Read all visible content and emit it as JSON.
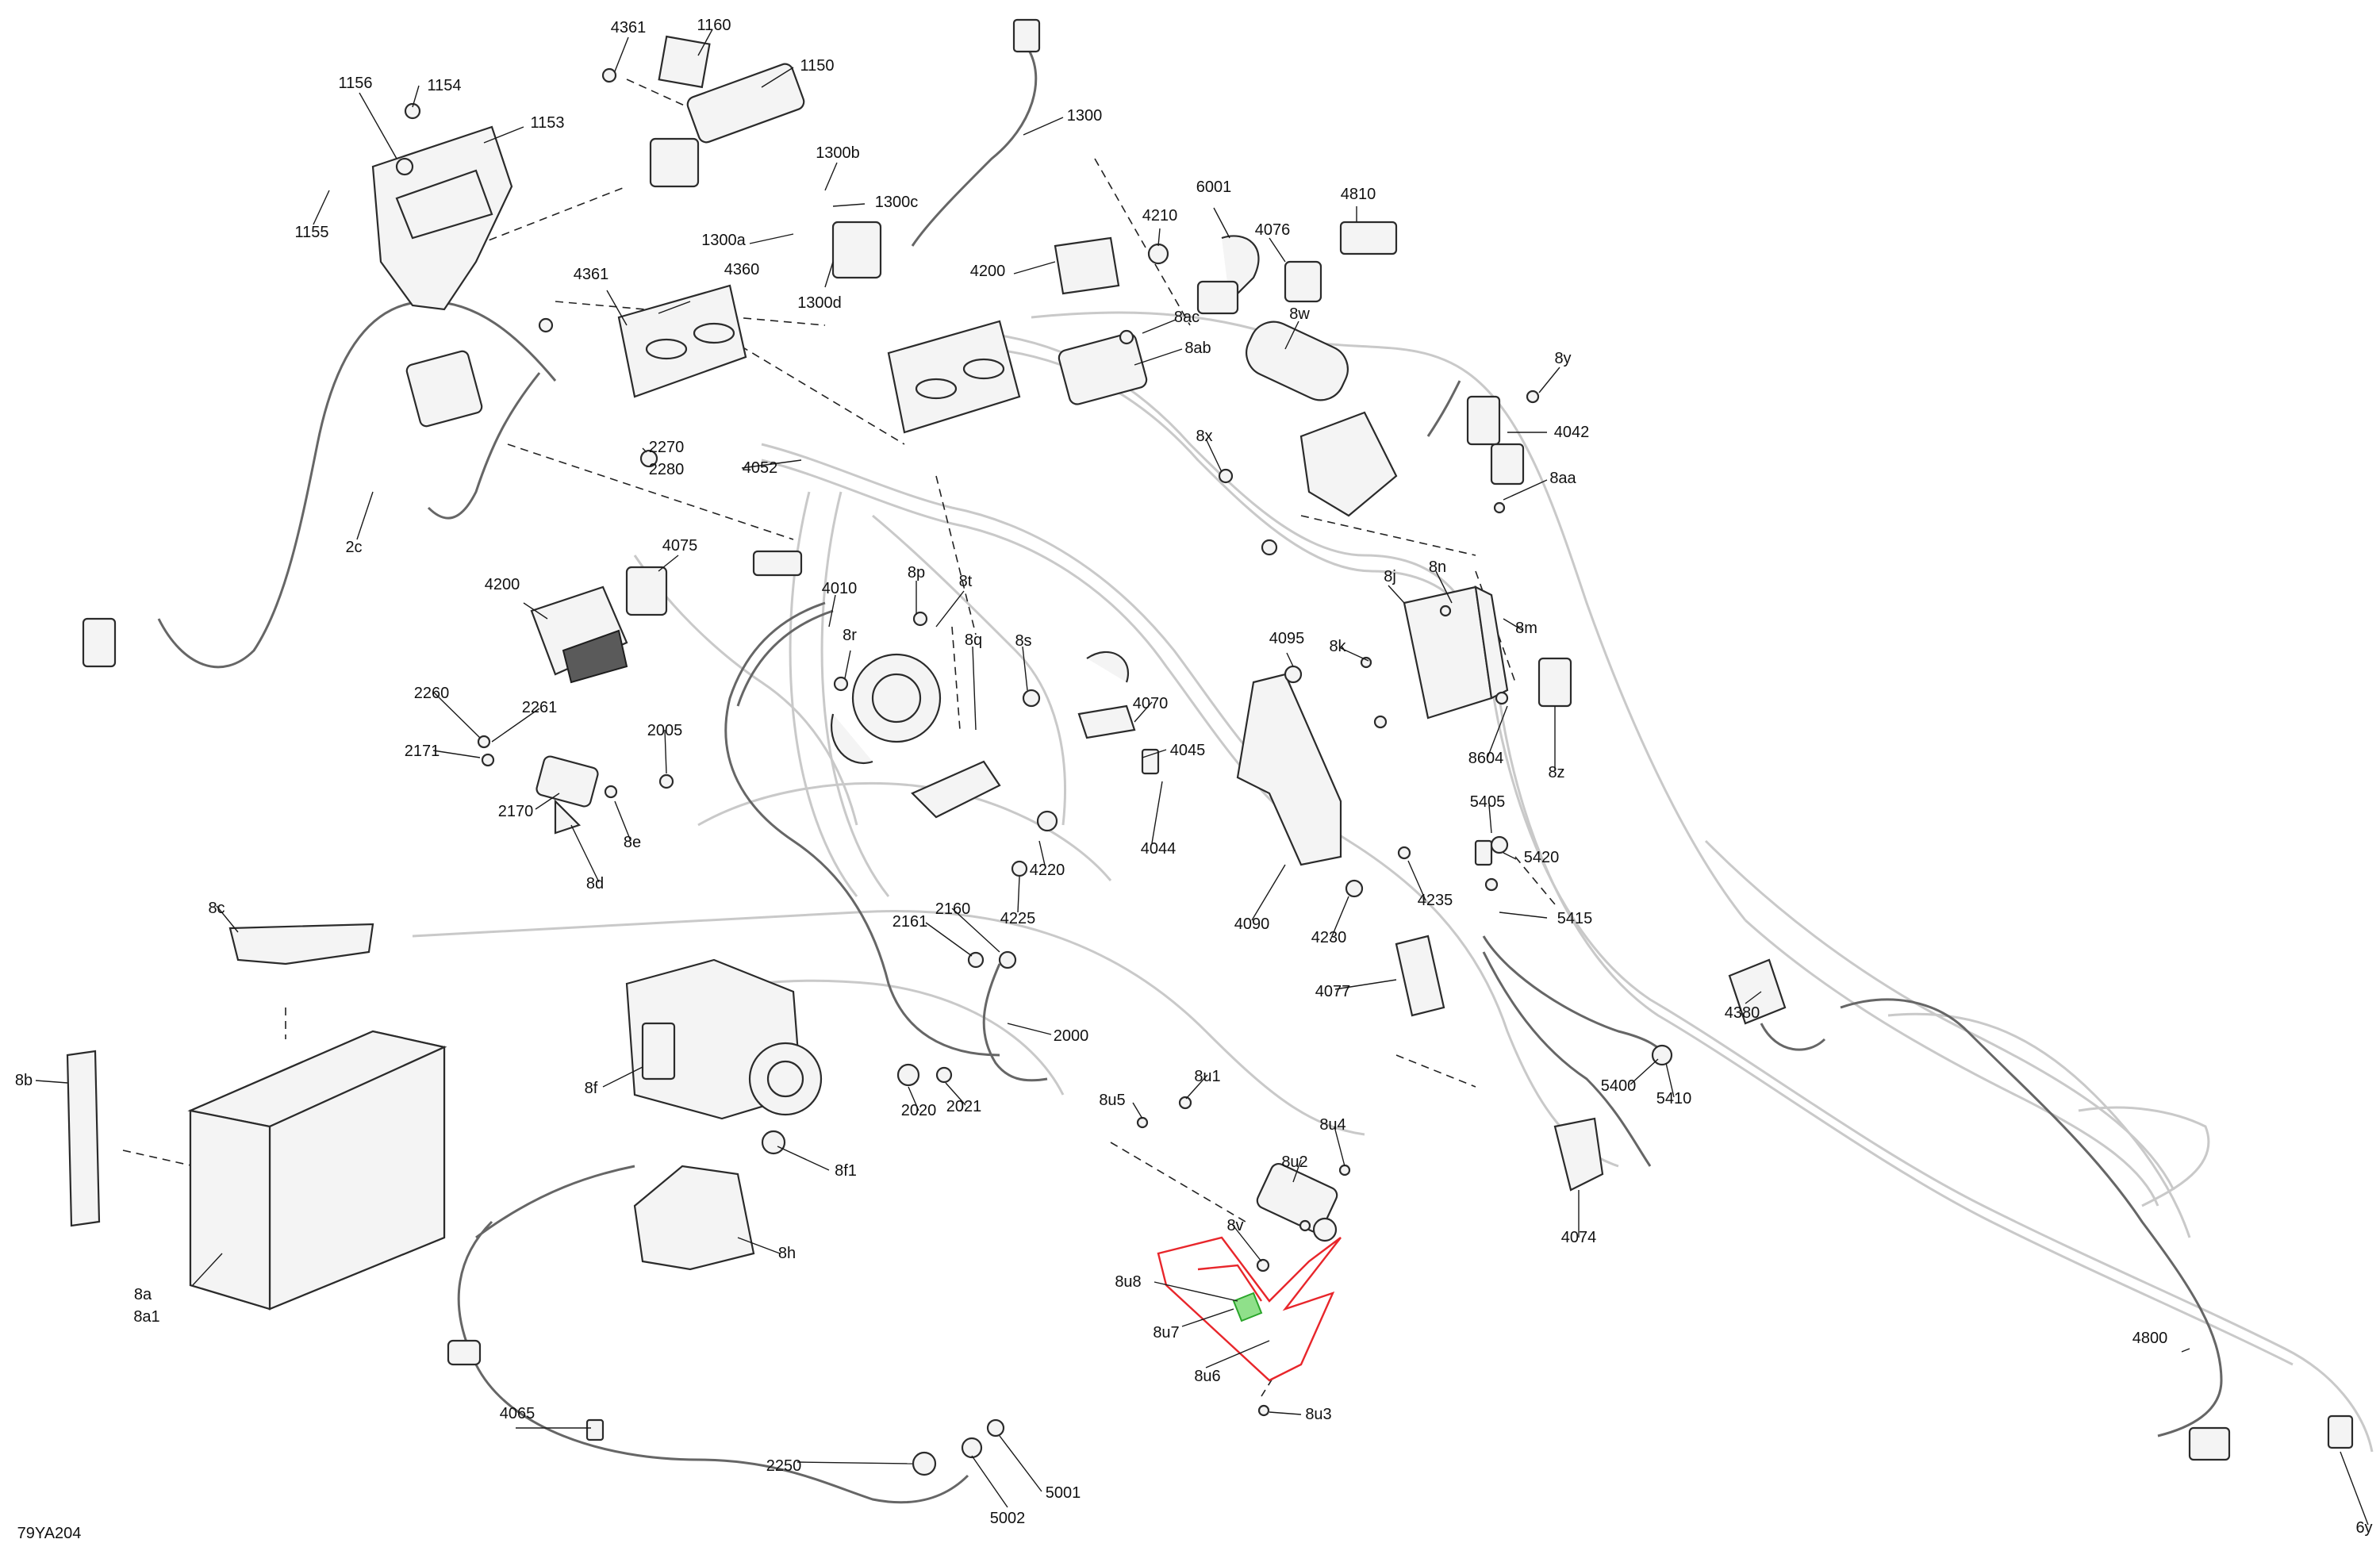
{
  "diagram_id": "79YA204",
  "colors": {
    "highlight_red": "#e8262b",
    "highlight_green": "#2aa52a",
    "line": "#222222",
    "harness": "#c9c9c9"
  },
  "labels": [
    {
      "id": "l4361a",
      "text": "4361"
    },
    {
      "id": "l1160",
      "text": "1160"
    },
    {
      "id": "l1150",
      "text": "1150"
    },
    {
      "id": "l1156",
      "text": "1156"
    },
    {
      "id": "l1154",
      "text": "1154"
    },
    {
      "id": "l1153",
      "text": "1153"
    },
    {
      "id": "l1155",
      "text": "1155"
    },
    {
      "id": "l1300",
      "text": "1300"
    },
    {
      "id": "l1300b",
      "text": "1300b"
    },
    {
      "id": "l1300c",
      "text": "1300c"
    },
    {
      "id": "l1300a",
      "text": "1300a"
    },
    {
      "id": "l1300d",
      "text": "1300d"
    },
    {
      "id": "l6001",
      "text": "6001"
    },
    {
      "id": "l4210",
      "text": "4210"
    },
    {
      "id": "l4076",
      "text": "4076"
    },
    {
      "id": "l4810",
      "text": "4810"
    },
    {
      "id": "l4200a",
      "text": "4200"
    },
    {
      "id": "l8ac",
      "text": "8ac"
    },
    {
      "id": "l8ab",
      "text": "8ab"
    },
    {
      "id": "l8w",
      "text": "8w"
    },
    {
      "id": "l8y",
      "text": "8y"
    },
    {
      "id": "l4361b",
      "text": "4361"
    },
    {
      "id": "l4360",
      "text": "4360"
    },
    {
      "id": "l4042",
      "text": "4042"
    },
    {
      "id": "l8x",
      "text": "8x"
    },
    {
      "id": "l8aa",
      "text": "8aa"
    },
    {
      "id": "l2270",
      "text": "2270"
    },
    {
      "id": "l2280",
      "text": "2280"
    },
    {
      "id": "l4052",
      "text": "4052"
    },
    {
      "id": "l2c",
      "text": "2c"
    },
    {
      "id": "l4075",
      "text": "4075"
    },
    {
      "id": "l4200b",
      "text": "4200"
    },
    {
      "id": "l4010",
      "text": "4010"
    },
    {
      "id": "l8p",
      "text": "8p"
    },
    {
      "id": "l8t",
      "text": "8t"
    },
    {
      "id": "l8j",
      "text": "8j"
    },
    {
      "id": "l8n",
      "text": "8n"
    },
    {
      "id": "l8m",
      "text": "8m"
    },
    {
      "id": "l8q",
      "text": "8q"
    },
    {
      "id": "l8r",
      "text": "8r"
    },
    {
      "id": "l8s",
      "text": "8s"
    },
    {
      "id": "l4095",
      "text": "4095"
    },
    {
      "id": "l8k",
      "text": "8k"
    },
    {
      "id": "l2260",
      "text": "2260"
    },
    {
      "id": "l2261",
      "text": "2261"
    },
    {
      "id": "l2171",
      "text": "2171"
    },
    {
      "id": "l2005",
      "text": "2005"
    },
    {
      "id": "l4070",
      "text": "4070"
    },
    {
      "id": "l4045",
      "text": "4045"
    },
    {
      "id": "l8604",
      "text": "8604"
    },
    {
      "id": "l8z",
      "text": "8z"
    },
    {
      "id": "l2170",
      "text": "2170"
    },
    {
      "id": "l8e",
      "text": "8e"
    },
    {
      "id": "l4044",
      "text": "4044"
    },
    {
      "id": "l8d",
      "text": "8d"
    },
    {
      "id": "l4220",
      "text": "4220"
    },
    {
      "id": "l5405",
      "text": "5405"
    },
    {
      "id": "l5420",
      "text": "5420"
    },
    {
      "id": "l4235",
      "text": "4235"
    },
    {
      "id": "l4225",
      "text": "4225"
    },
    {
      "id": "l4090",
      "text": "4090"
    },
    {
      "id": "l4230",
      "text": "4230"
    },
    {
      "id": "l5415",
      "text": "5415"
    },
    {
      "id": "l8c",
      "text": "8c"
    },
    {
      "id": "l2161",
      "text": "2161"
    },
    {
      "id": "l2160",
      "text": "2160"
    },
    {
      "id": "l4077",
      "text": "4077"
    },
    {
      "id": "l4380",
      "text": "4380"
    },
    {
      "id": "l2000",
      "text": "2000"
    },
    {
      "id": "l8b",
      "text": "8b"
    },
    {
      "id": "l8f",
      "text": "8f"
    },
    {
      "id": "l5400",
      "text": "5400"
    },
    {
      "id": "l5410",
      "text": "5410"
    },
    {
      "id": "l8u5",
      "text": "8u5"
    },
    {
      "id": "l8u1",
      "text": "8u1"
    },
    {
      "id": "l2020",
      "text": "2020"
    },
    {
      "id": "l2021",
      "text": "2021"
    },
    {
      "id": "l8u4",
      "text": "8u4"
    },
    {
      "id": "l8u2",
      "text": "8u2"
    },
    {
      "id": "l8f1",
      "text": "8f1"
    },
    {
      "id": "l8v",
      "text": "8v"
    },
    {
      "id": "l4074",
      "text": "4074"
    },
    {
      "id": "l8h",
      "text": "8h"
    },
    {
      "id": "l8u8",
      "text": "8u8"
    },
    {
      "id": "l8a",
      "text": "8a"
    },
    {
      "id": "l8a1",
      "text": "8a1"
    },
    {
      "id": "l8u7",
      "text": "8u7"
    },
    {
      "id": "l8u6",
      "text": "8u6"
    },
    {
      "id": "l4800",
      "text": "4800"
    },
    {
      "id": "l4065",
      "text": "4065"
    },
    {
      "id": "l8u3",
      "text": "8u3"
    },
    {
      "id": "l2250",
      "text": "2250"
    },
    {
      "id": "l5001",
      "text": "5001"
    },
    {
      "id": "l5002",
      "text": "5002"
    },
    {
      "id": "l6y",
      "text": "6y"
    },
    {
      "id": "l79YA204",
      "text": "79YA204"
    }
  ]
}
